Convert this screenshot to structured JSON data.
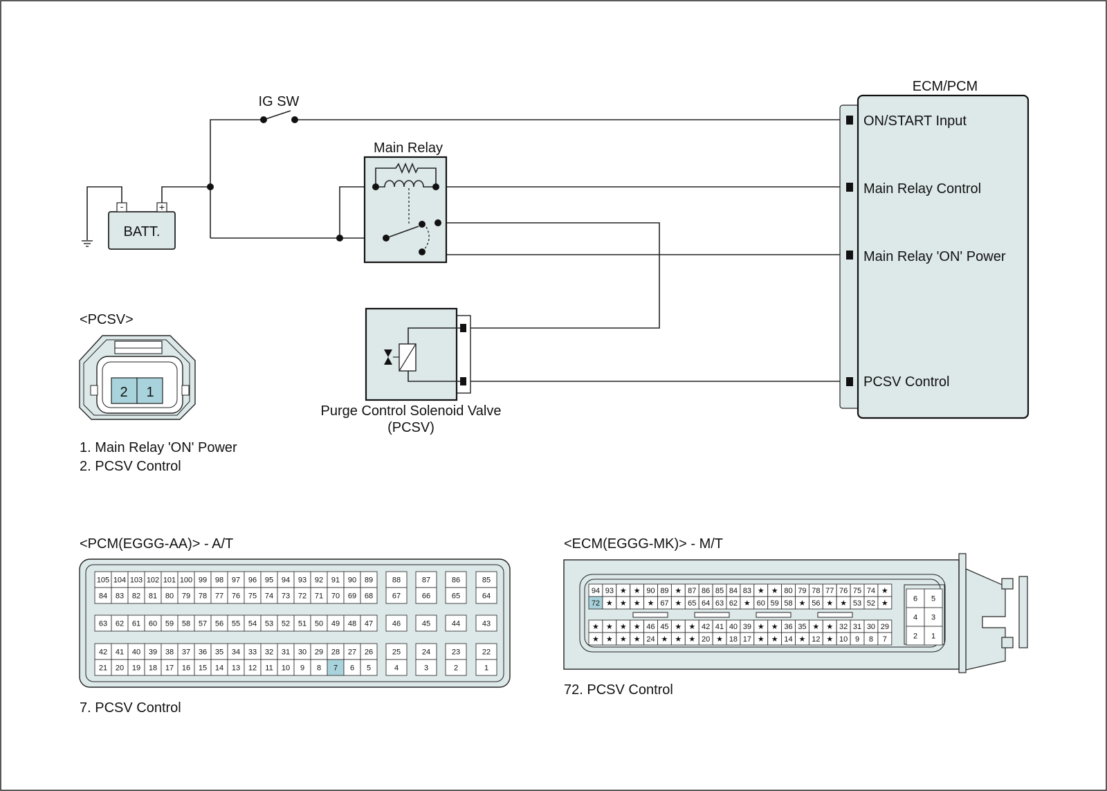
{
  "battery": {
    "label": "BATT.",
    "neg": "-",
    "pos": "+"
  },
  "ig_switch": {
    "label": "IG SW"
  },
  "main_relay": {
    "label": "Main Relay"
  },
  "ecm": {
    "title": "ECM/PCM",
    "terminals": [
      "ON/START Input",
      "Main Relay Control",
      "Main Relay 'ON' Power",
      "PCSV Control"
    ]
  },
  "pcsv": {
    "label_line1": "Purge Control Solenoid Valve",
    "label_line2": "(PCSV)",
    "connector_title": "<PCSV>",
    "connector_pins": [
      "2",
      "1"
    ],
    "pin_desc": [
      "1. Main Relay 'ON' Power",
      "2. PCSV Control"
    ]
  },
  "pcm_connector": {
    "title": "<PCM(EGGG-AA)> - A/T",
    "blocks": [
      {
        "rows": [
          [
            "105",
            "104",
            "103",
            "102",
            "101",
            "100",
            "99",
            "98",
            "97",
            "96",
            "95",
            "94",
            "93",
            "92",
            "91",
            "90",
            "89"
          ],
          [
            "84",
            "83",
            "82",
            "81",
            "80",
            "79",
            "78",
            "77",
            "76",
            "75",
            "74",
            "73",
            "72",
            "71",
            "70",
            "69",
            "68"
          ]
        ]
      },
      {
        "rows": [
          [
            "88"
          ],
          [
            "67"
          ]
        ]
      },
      {
        "rows": [
          [
            "87"
          ],
          [
            "66"
          ]
        ]
      },
      {
        "rows": [
          [
            "86"
          ],
          [
            "65"
          ]
        ]
      },
      {
        "rows": [
          [
            "85"
          ],
          [
            "64"
          ]
        ]
      },
      {
        "rows": [
          [
            "63",
            "62",
            "61",
            "60",
            "59",
            "58",
            "57",
            "56",
            "55",
            "54",
            "53",
            "52",
            "51",
            "50",
            "49",
            "48",
            "47"
          ]
        ]
      },
      {
        "rows": [
          [
            "46"
          ]
        ]
      },
      {
        "rows": [
          [
            "45"
          ]
        ]
      },
      {
        "rows": [
          [
            "44"
          ]
        ]
      },
      {
        "rows": [
          [
            "43"
          ]
        ]
      },
      {
        "rows": [
          [
            "42",
            "41",
            "40",
            "39",
            "38",
            "37",
            "36",
            "35",
            "34",
            "33",
            "32",
            "31",
            "30",
            "29",
            "28",
            "27",
            "26"
          ],
          [
            "21",
            "20",
            "19",
            "18",
            "17",
            "16",
            "15",
            "14",
            "13",
            "12",
            "11",
            "10",
            "9",
            "8",
            "7",
            "6",
            "5"
          ]
        ]
      },
      {
        "rows": [
          [
            "25"
          ],
          [
            "4"
          ]
        ]
      },
      {
        "rows": [
          [
            "24"
          ],
          [
            "3"
          ]
        ]
      },
      {
        "rows": [
          [
            "23"
          ],
          [
            "2"
          ]
        ]
      },
      {
        "rows": [
          [
            "22"
          ],
          [
            "1"
          ]
        ]
      }
    ],
    "highlight": "7",
    "pin_desc": "7. PCSV Control"
  },
  "ecm_connector": {
    "title": "<ECM(EGGG-MK)> - M/T",
    "blocks": [
      {
        "rows": [
          [
            "94",
            "93",
            "★",
            "★",
            "90",
            "89",
            "★",
            "87",
            "86",
            "85",
            "84",
            "83",
            "★",
            "★",
            "80",
            "79",
            "78",
            "77",
            "76",
            "75",
            "74",
            "★"
          ],
          [
            "72",
            "★",
            "★",
            "★",
            "★",
            "67",
            "★",
            "65",
            "64",
            "63",
            "62",
            "★",
            "60",
            "59",
            "58",
            "★",
            "56",
            "★",
            "★",
            "53",
            "52",
            "★"
          ]
        ]
      },
      {
        "rows": [
          [
            "★",
            "★",
            "★",
            "★",
            "46",
            "45",
            "★",
            "★",
            "42",
            "41",
            "40",
            "39",
            "★",
            "★",
            "36",
            "35",
            "★",
            "★",
            "32",
            "31",
            "30",
            "29"
          ],
          [
            "★",
            "★",
            "★",
            "★",
            "24",
            "★",
            "★",
            "★",
            "20",
            "★",
            "18",
            "17",
            "★",
            "★",
            "14",
            "★",
            "12",
            "★",
            "10",
            "9",
            "8",
            "7"
          ]
        ]
      },
      {
        "rows": [
          [
            "6",
            "5"
          ],
          [
            "4",
            "3"
          ],
          [
            "2",
            "1"
          ]
        ]
      }
    ],
    "highlight": "72",
    "pin_desc": "72. PCSV Control"
  }
}
